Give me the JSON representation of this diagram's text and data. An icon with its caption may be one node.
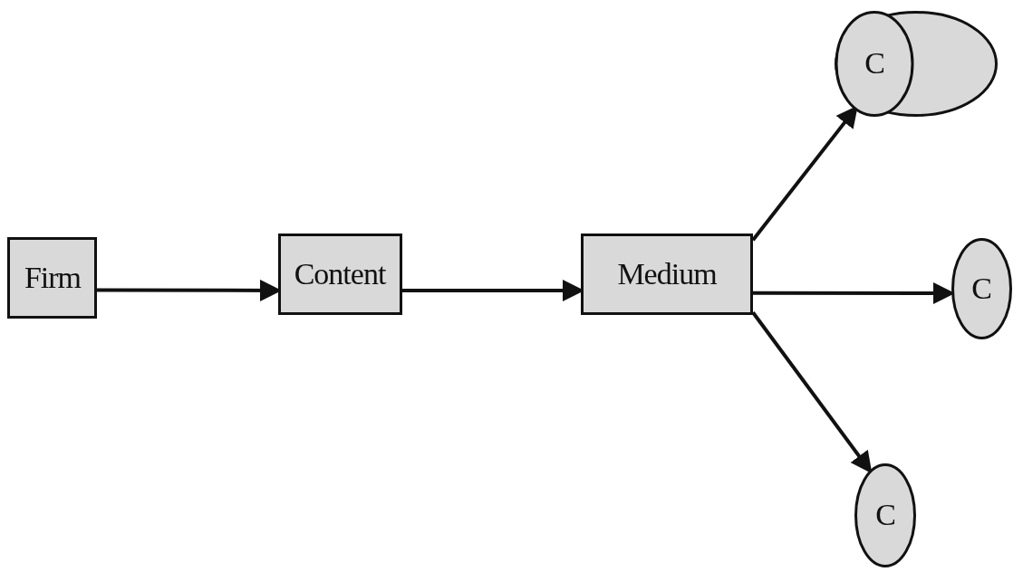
{
  "diagram": {
    "nodes": [
      {
        "text": [
          "Firm"
        ]
      },
      {
        "text": [
          "Content"
        ]
      },
      {
        "text": [
          "Medium"
        ]
      },
      {
        "text": [
          "C"
        ]
      },
      {
        "text": [
          "C"
        ]
      },
      {
        "text": [
          "C"
        ]
      }
    ],
    "edges": [
      {
        "from": 0,
        "to": 1,
        "arrow": "to"
      },
      {
        "from": 1,
        "to": 2,
        "arrow": "to"
      },
      {
        "from": 2,
        "to": 3,
        "arrow": "to"
      },
      {
        "from": 2,
        "to": 4,
        "arrow": "to"
      },
      {
        "from": 2,
        "to": 5,
        "arrow": "to"
      }
    ]
  }
}
